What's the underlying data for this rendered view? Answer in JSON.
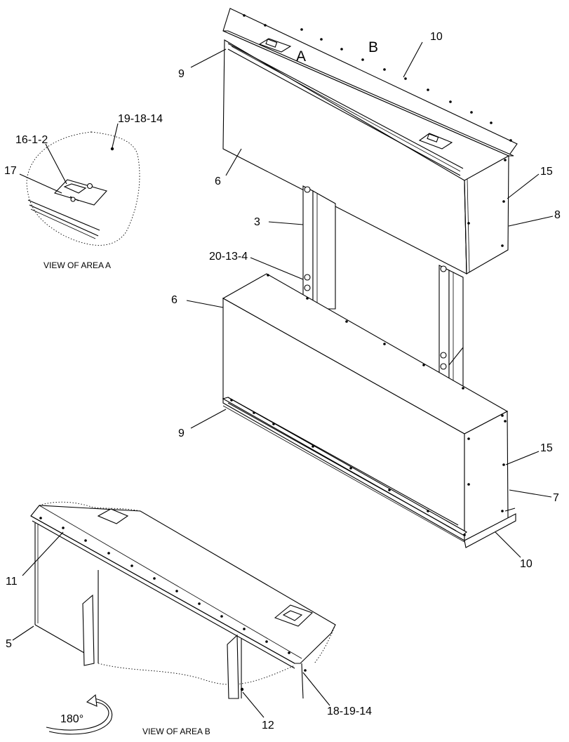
{
  "diagram": {
    "upper_box": {
      "section_letters": [
        "A",
        "B"
      ],
      "callouts": {
        "top": "10",
        "left_top": "9",
        "left_side": "6",
        "right_bolt": "15",
        "right_side": "8"
      }
    },
    "support": {
      "callouts": {
        "post": "3",
        "hardware": "20-13-4"
      }
    },
    "lower_box": {
      "callouts": {
        "left_side": "6",
        "left_bottom": "9",
        "right_bolt": "15",
        "right_side": "7",
        "bottom": "10"
      }
    },
    "view_a": {
      "caption": "VIEW OF AREA  A",
      "callouts": {
        "screw_set": "19-18-14",
        "latch_set": "16-1-2",
        "latch": "17"
      }
    },
    "view_b": {
      "caption": "VIEW OF AREA  B",
      "rotation": "180°",
      "callouts": {
        "flange": "11",
        "panel": "5",
        "bracket": "12",
        "screw_set": "18-19-14"
      }
    }
  }
}
